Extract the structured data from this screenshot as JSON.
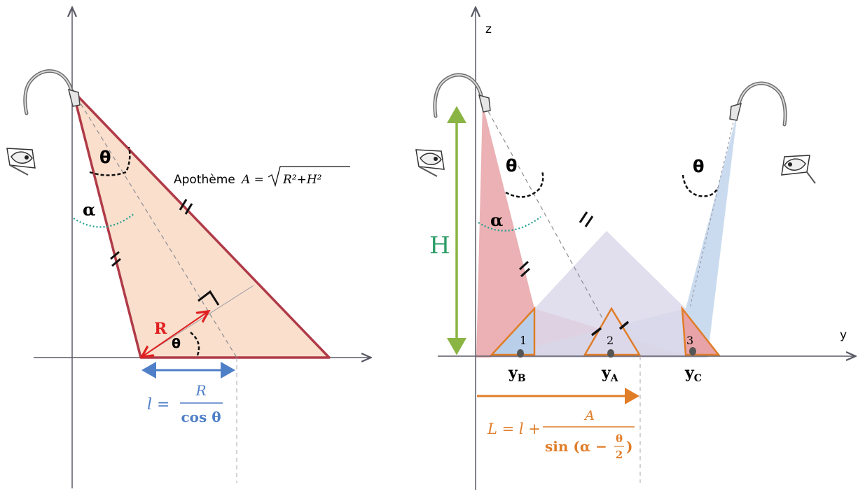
{
  "colors": {
    "axis": "#5a5a66",
    "tri_outline": "#b03a48",
    "tri_fill": "#f9dfcc",
    "red_beam": "#e7a3a7",
    "blue_beam": "#b9cfe9",
    "green": "#2e9e67",
    "green_arrow": "#8ab544",
    "orange": "#e07d28",
    "blue_label": "#4f7fc7",
    "red_label": "#e02020",
    "dotted": "#1f9e90"
  },
  "left": {
    "theta_top": "θ",
    "alpha": "α",
    "apotheme_label": "Apothème",
    "apotheme_formula_lhs": "A =",
    "apotheme_formula_rhs": "R²+H²",
    "R_label": "R",
    "theta_bottom": "θ",
    "l_lhs": "l =",
    "l_num": "R",
    "l_den": "cos θ"
  },
  "right": {
    "z_label": "z",
    "y_label": "y",
    "H_label": "H",
    "theta_red": "θ",
    "theta_blue": "θ",
    "alpha": "α",
    "tri_1": "1",
    "tri_2": "2",
    "tri_3": "3",
    "yB": "y",
    "yB_sub": "B",
    "yA": "y",
    "yA_sub": "A",
    "yC": "y",
    "yC_sub": "C",
    "L_lhs": "L = l +",
    "L_num": "A",
    "L_den_pre": "sin (α −",
    "L_den_frac_num": "θ",
    "L_den_frac_den": "2",
    "L_den_post": ")"
  },
  "icons": {
    "lamp_left": "desk-lamp-icon",
    "lamp_right_1": "desk-lamp-icon",
    "lamp_right_2": "desk-lamp-icon-mirrored",
    "eye_left": "eye-icon",
    "eye_right_1": "eye-icon",
    "eye_right_2": "eye-icon-mirrored"
  }
}
